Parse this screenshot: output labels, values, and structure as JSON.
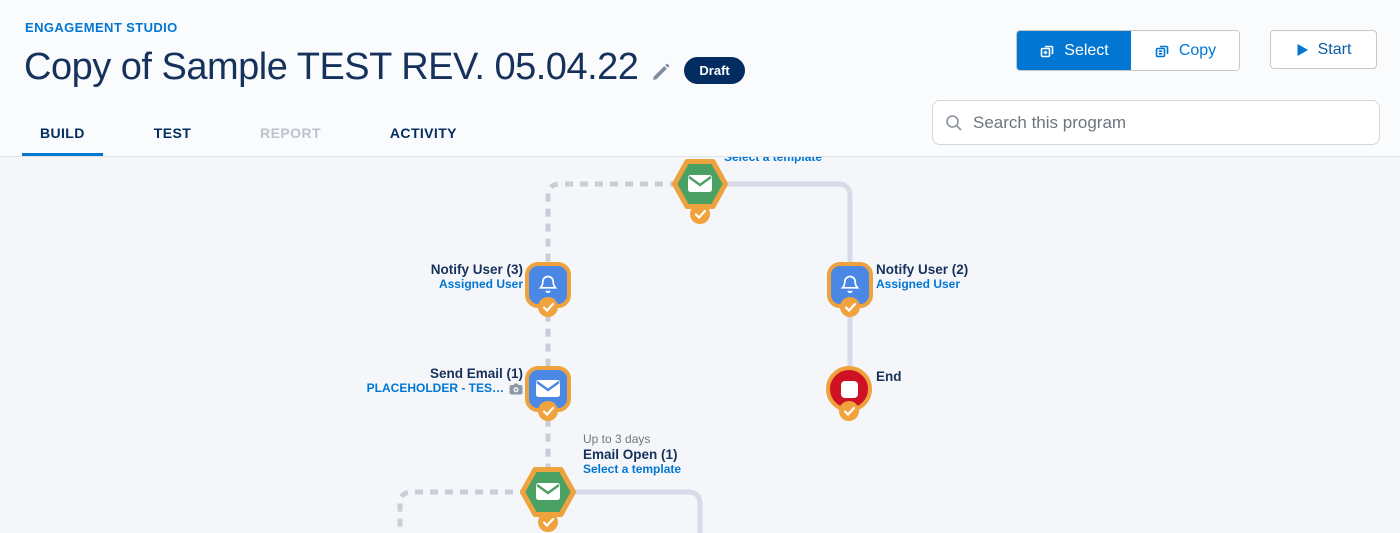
{
  "header": {
    "eyebrow": "ENGAGEMENT STUDIO",
    "title": "Copy of Sample TEST REV. 05.04.22",
    "status_badge": "Draft",
    "select_label": "Select",
    "copy_label": "Copy",
    "start_label": "Start"
  },
  "tabs": [
    {
      "label": "BUILD",
      "state": "active"
    },
    {
      "label": "TEST",
      "state": "default"
    },
    {
      "label": "REPORT",
      "state": "disabled"
    },
    {
      "label": "ACTIVITY",
      "state": "default"
    }
  ],
  "search": {
    "placeholder": "Search this program"
  },
  "canvas": {
    "top_trigger": {
      "action_link": "Select a template"
    },
    "notify_user_3": {
      "title": "Notify User (3)",
      "subtitle": "Assigned User"
    },
    "notify_user_2": {
      "title": "Notify User (2)",
      "subtitle": "Assigned User"
    },
    "send_email_1": {
      "title": "Send Email (1)",
      "subtitle": "PLACEHOLDER - TES…"
    },
    "end_node": {
      "title": "End"
    },
    "email_open_1": {
      "wait_label": "Up to 3 days",
      "title": "Email Open (1)",
      "action_link": "Select a template"
    }
  },
  "colors": {
    "accent_blue": "#0176d3",
    "navy": "#032d60",
    "node_border_orange": "#eea23d",
    "node_blue": "#4b87e4",
    "node_green": "#4ba164",
    "node_red": "#cf1223",
    "connector_solid": "#d8dbe7",
    "connector_dashed": "#c9cdd8"
  }
}
